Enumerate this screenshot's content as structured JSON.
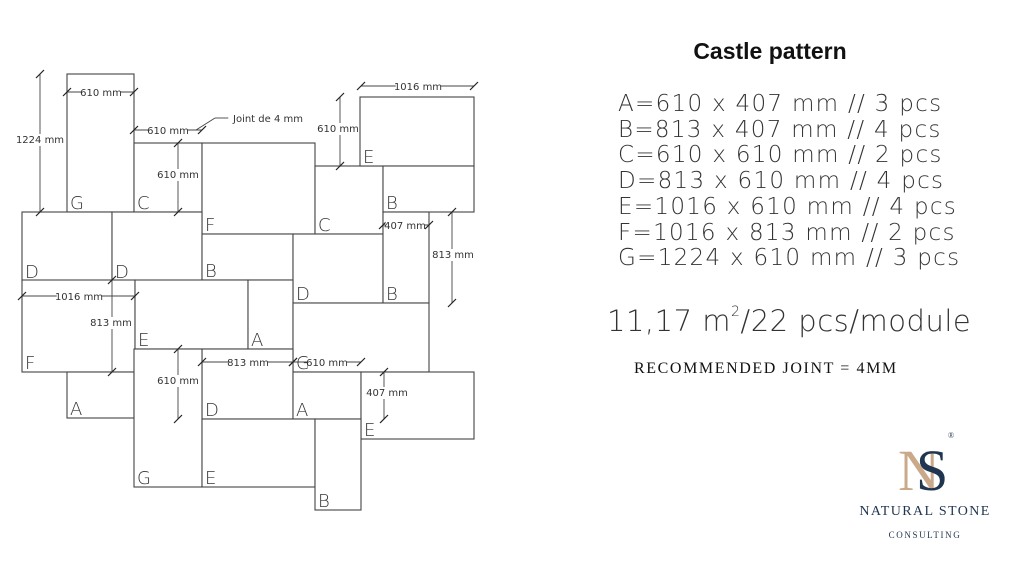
{
  "title": "Castle pattern",
  "specs": [
    "A=610 x 407 mm // 3 pcs",
    "B=813 x 407 mm // 4 pcs",
    "C=610 x 610 mm // 2 pcs",
    "D=813 x 610 mm // 4 pcs",
    "E=1016 x 610 mm // 4 pcs",
    "F=1016 x 813 mm // 2 pcs",
    "G=1224 x 610 mm // 3 pcs"
  ],
  "area": {
    "value": "11,17 m",
    "sup": "2",
    "rest": "/22 pcs/module"
  },
  "joint_note": "RECOMMENDED JOINT = 4MM",
  "diagram": {
    "tiles": [
      {
        "letter": "G"
      },
      {
        "letter": "C"
      },
      {
        "letter": "F"
      },
      {
        "letter": "C"
      },
      {
        "letter": "E"
      },
      {
        "letter": "B"
      },
      {
        "letter": "D"
      },
      {
        "letter": "D"
      },
      {
        "letter": "B"
      },
      {
        "letter": "D"
      },
      {
        "letter": "B"
      },
      {
        "letter": "F"
      },
      {
        "letter": "E"
      },
      {
        "letter": "A"
      },
      {
        "letter": "G"
      },
      {
        "letter": "A"
      },
      {
        "letter": "D"
      },
      {
        "letter": "A"
      },
      {
        "letter": "E"
      },
      {
        "letter": "G"
      },
      {
        "letter": "E"
      },
      {
        "letter": "B"
      }
    ],
    "dimensions": [
      {
        "label": "610 mm"
      },
      {
        "label": "1224 mm"
      },
      {
        "label": "610 mm"
      },
      {
        "label": "610 mm"
      },
      {
        "label": "Joint de 4 mm"
      },
      {
        "label": "1016 mm"
      },
      {
        "label": "610 mm"
      },
      {
        "label": "407 mm"
      },
      {
        "label": "813 mm"
      },
      {
        "label": "1016 mm"
      },
      {
        "label": "813 mm"
      },
      {
        "label": "813 mm"
      },
      {
        "label": "610 mm"
      },
      {
        "label": "610 mm"
      },
      {
        "label": "407 mm"
      }
    ]
  },
  "brand": {
    "monogram": "NS",
    "registered": "®",
    "name": "NATURAL STONE",
    "tagline": "CONSULTING",
    "colors": {
      "gold": "#c9a98a",
      "navy": "#1f3550"
    }
  }
}
